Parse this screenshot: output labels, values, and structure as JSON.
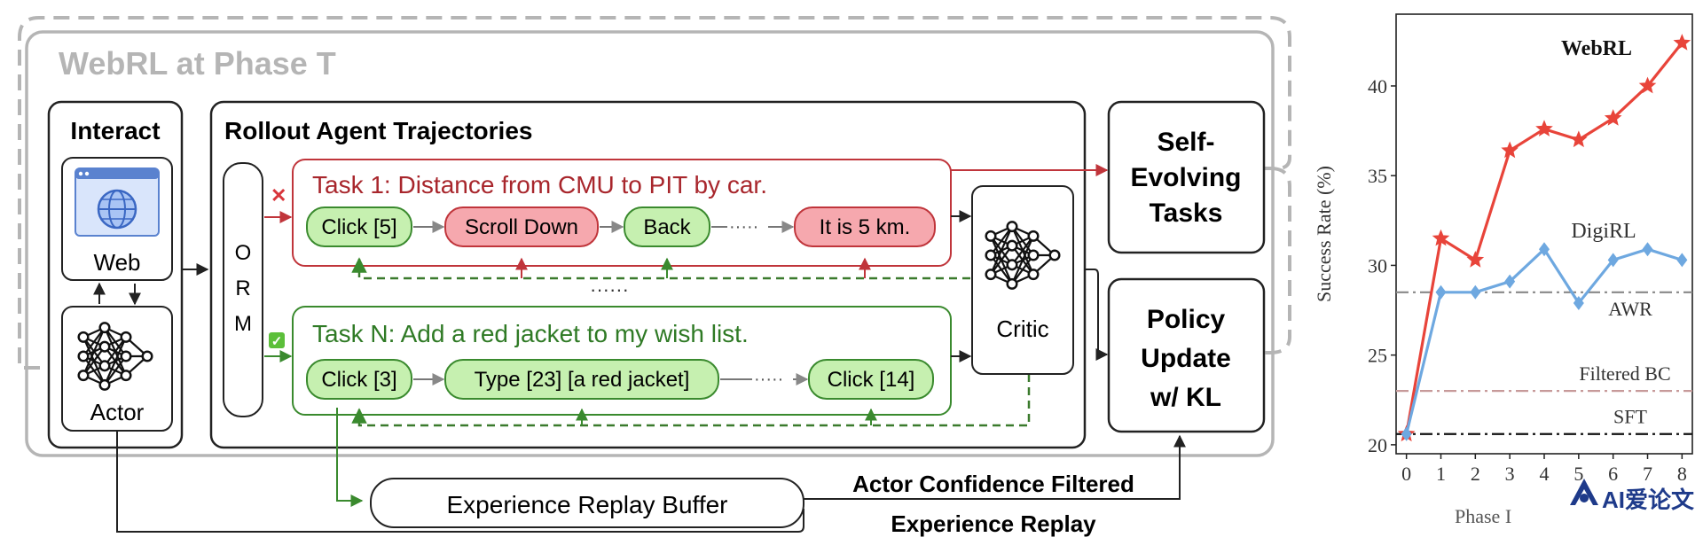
{
  "diagram": {
    "phase_title": "WebRL at Phase T",
    "interact": {
      "title": "Interact",
      "web_label": "Web",
      "actor_label": "Actor"
    },
    "rollout": {
      "title": "Rollout Agent Trajectories",
      "orm_label": [
        "O",
        "R",
        "M"
      ],
      "task1": {
        "status_mark": "✕",
        "title": "Task 1: Distance from CMU to PIT by car.",
        "steps": [
          "Click [5]",
          "Scroll Down",
          "Back",
          "It is 5 km."
        ],
        "ellipsis": "·····"
      },
      "middle_ellipsis": "······",
      "taskN": {
        "status_mark": "✓",
        "title": "Task N: Add a red jacket to my wish list.",
        "steps": [
          "Click [3]",
          "Type [23] [a red jacket]",
          "Click [14]"
        ],
        "ellipsis": "·····"
      },
      "critic_label": "Critic"
    },
    "self_evolving": [
      "Self-",
      "Evolving",
      "Tasks"
    ],
    "policy_update": [
      "Policy",
      "Update",
      "w/ KL"
    ],
    "replay_buffer": "Experience Replay Buffer",
    "filtered_label": "Actor Confidence Filtered",
    "experience_replay": "Experience Replay",
    "colors": {
      "task1_border": "#c0353b",
      "task1_fill": "#f6a8ae",
      "task1_text": "#a8262c",
      "taskN_border": "#3a8a2e",
      "taskN_fill": "#c6f0b0",
      "taskN_text": "#2f7a25"
    }
  },
  "chart_data": {
    "type": "line",
    "x": [
      0,
      1,
      2,
      3,
      4,
      5,
      6,
      7,
      8
    ],
    "xlabel": "Phase I",
    "ylabel": "Success Rate (%)",
    "ylim": [
      19.5,
      44
    ],
    "yticks": [
      20,
      25,
      30,
      35,
      40
    ],
    "xticks": [
      "0",
      "1",
      "2",
      "3",
      "4",
      "5",
      "6",
      "7",
      "8"
    ],
    "series": [
      {
        "name": "WebRL",
        "color": "#e8443a",
        "marker": "star",
        "values": [
          20.6,
          31.5,
          30.3,
          36.4,
          37.6,
          37.0,
          38.2,
          40.0,
          42.4
        ]
      },
      {
        "name": "DigiRL",
        "color": "#6ea8e0",
        "marker": "diamond",
        "values": [
          20.6,
          28.5,
          28.5,
          29.1,
          30.9,
          27.9,
          30.3,
          30.9,
          30.3
        ]
      }
    ],
    "baselines": [
      {
        "name": "AWR",
        "value": 28.5,
        "color": "#888888"
      },
      {
        "name": "Filtered BC",
        "value": 23.0,
        "color": "#c79a9a"
      },
      {
        "name": "SFT",
        "value": 20.6,
        "color": "#111111"
      }
    ],
    "watermark": "AI爱论文"
  }
}
